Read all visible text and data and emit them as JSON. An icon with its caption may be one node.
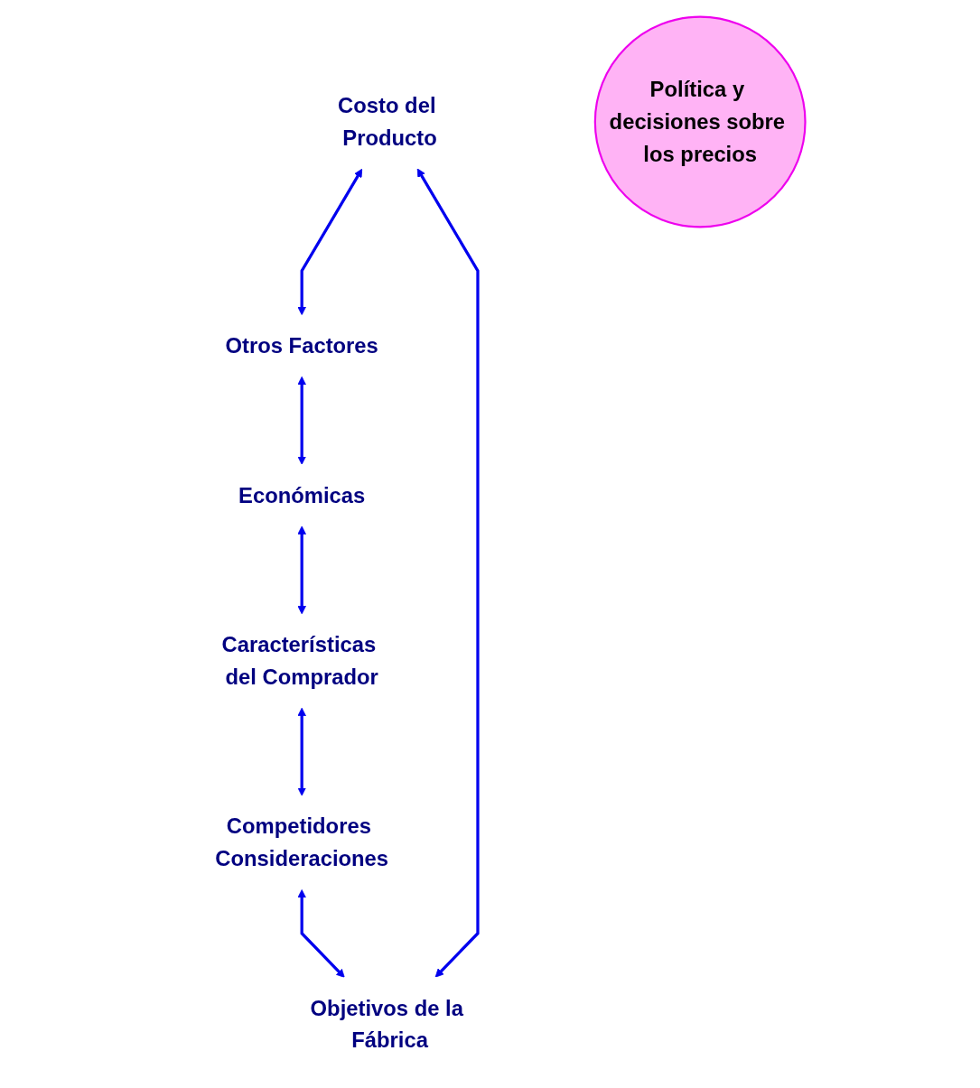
{
  "diagram": {
    "nodes": [
      {
        "text": [
          "Costo del Producto"
        ]
      },
      {
        "text": [
          "Objetivos de la Fábrica"
        ]
      },
      {
        "text": [
          "Otros Factores"
        ]
      },
      {
        "text": [
          "Política y decisiones sobre los precios"
        ]
      },
      {
        "text": [
          "Competidores Consideraciones"
        ]
      },
      {
        "text": [
          "Económicas"
        ]
      },
      {
        "text": [
          "Características del Comprador"
        ]
      }
    ],
    "edges": [
      {
        "from": 1,
        "to": 0,
        "arrow": "both"
      },
      {
        "from": 0,
        "to": 2,
        "arrow": "both"
      },
      {
        "from": 2,
        "to": 5,
        "arrow": "both"
      },
      {
        "from": 5,
        "to": 6,
        "arrow": "both"
      },
      {
        "from": 6,
        "to": 4,
        "arrow": "both"
      },
      {
        "from": 4,
        "to": 1,
        "arrow": "both"
      }
    ]
  }
}
